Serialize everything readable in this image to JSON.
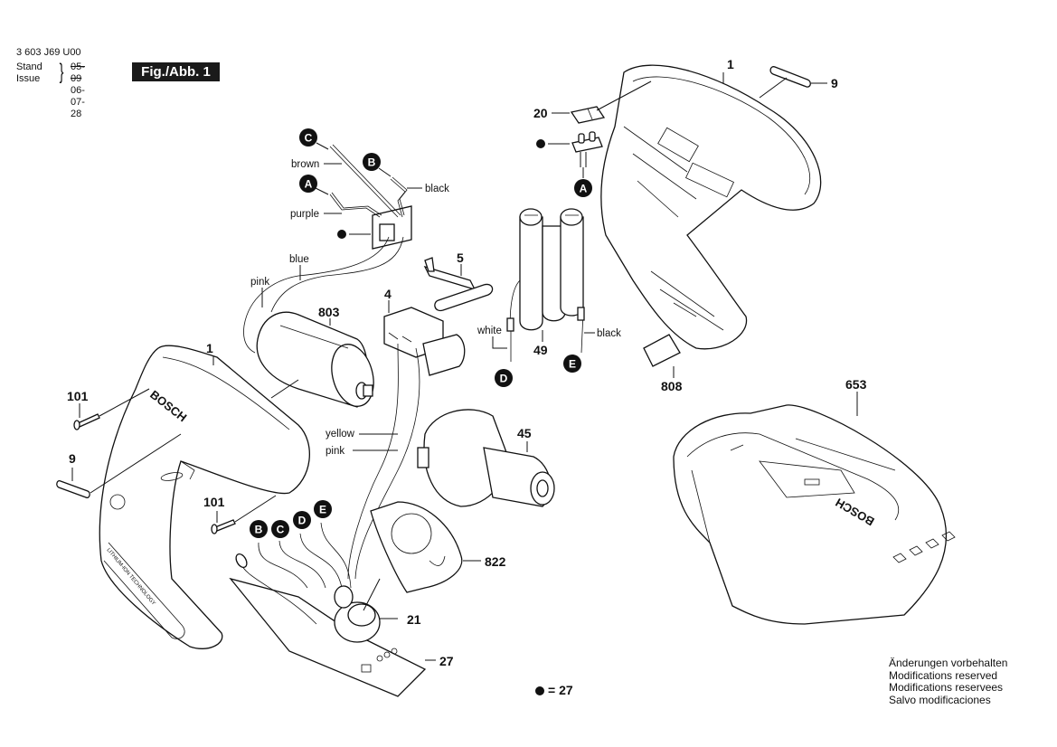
{
  "header": {
    "document_code": "3 603 J69 U00",
    "stand_label": "Stand",
    "issue_label": "Issue",
    "stand_date_struck": "05-09",
    "issue_date": "06-07-28",
    "figure_label": "Fig./Abb. 1"
  },
  "part_numbers": {
    "housing_right": "1",
    "housing_left": "1",
    "nameplate_right": "9",
    "nameplate_left": "9",
    "switch_cover": "20",
    "wire_clip": "5",
    "connector": "4",
    "battery_pack": "49",
    "motor": "803",
    "gearbox": "45",
    "screw_upper": "101",
    "screw_lower": "101",
    "switch_slider": "822",
    "switch_knob": "21",
    "circuit_board": "27",
    "label_plate": "808",
    "charger": "653"
  },
  "wire_labels": {
    "brown": "brown",
    "black_top": "black",
    "purple": "purple",
    "blue": "blue",
    "pink_top": "pink",
    "white": "white",
    "black_battery": "black",
    "yellow": "yellow",
    "pink_mid": "pink"
  },
  "connector_markers": {
    "C_top": "C",
    "B_top": "B",
    "A_top": "A",
    "A_switch": "A",
    "D_battery": "D",
    "E_battery": "E",
    "B_board": "B",
    "C_board": "C",
    "D_board": "D",
    "E_board": "E"
  },
  "housing_text": {
    "brand_tool": "BOSCH",
    "brand_charger": "BOSCH",
    "battery_tech": "LITHIUM-ION TECHNOLOGY"
  },
  "footnote": {
    "dot_meaning": "= 27"
  },
  "legend": {
    "lines": [
      "Änderungen vorbehalten",
      "Modifications reserved",
      "Modifications reservees",
      "Salvo modificaciones"
    ]
  },
  "colors": {
    "ink": "#111111",
    "background": "#ffffff"
  }
}
